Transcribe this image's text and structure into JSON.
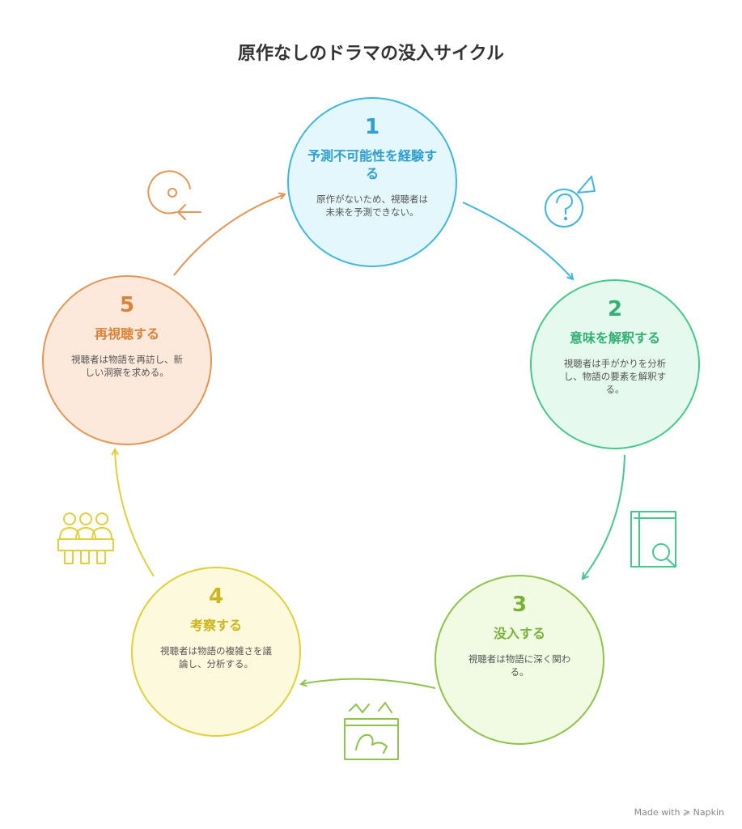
{
  "title": "原作なしのドラマの没入サイクル",
  "steps": [
    {
      "number": "1",
      "title": "予測不可能性を経験する",
      "description": "原作がないため、視聴者は未来を予測できない。",
      "color": "#3fb7e0",
      "icon": "question-mark-icon"
    },
    {
      "number": "2",
      "title": "意味を解釈する",
      "description": "視聴者は手がかりを分析し、物語の要素を解釈する。",
      "color": "#45c98a",
      "icon": "book-search-icon"
    },
    {
      "number": "3",
      "title": "没入する",
      "description": "視聴者は物語に深く関わる。",
      "color": "#8ec44a",
      "icon": "immersion-icon"
    },
    {
      "number": "4",
      "title": "考察する",
      "description": "視聴者は物語の複雑さを議論し、分析する。",
      "color": "#e2cf3a",
      "icon": "discussion-group-icon"
    },
    {
      "number": "5",
      "title": "再視聴する",
      "description": "視聴者は物語を再訪し、新しい洞察を求める。",
      "color": "#e49656",
      "icon": "revisit-icon"
    }
  ],
  "footer": "Made with ≽ Napkin"
}
